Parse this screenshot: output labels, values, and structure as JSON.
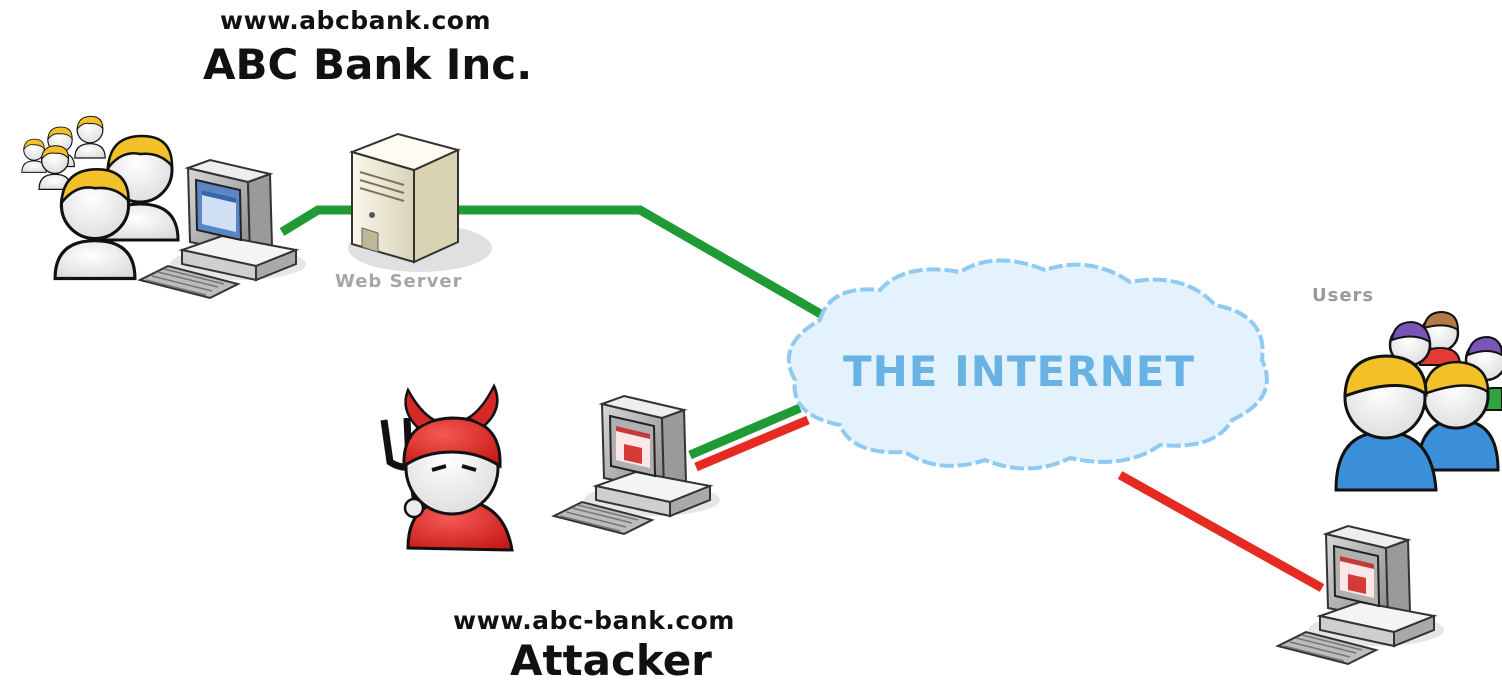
{
  "bank": {
    "url": "www.abcbank.com",
    "name": "ABC Bank Inc."
  },
  "web_server": {
    "label": "Web Server"
  },
  "users": {
    "label": "Users"
  },
  "internet": {
    "label": "THE INTERNET"
  },
  "attacker": {
    "url": "www.abc-bank.com",
    "name": "Attacker"
  },
  "colors": {
    "legit_link": "#1f9a35",
    "attack_link": "#e52a22",
    "cloud_fill": "#e4f2fd",
    "cloud_stroke": "#8ecaf1",
    "devil": "#e12d2a",
    "hair": "#f2c029"
  },
  "icons": [
    "bank-users-icon",
    "bank-computer-icon",
    "web-server-icon",
    "cloud-icon",
    "devil-icon",
    "attacker-computer-icon",
    "users-group-icon",
    "user-computer-icon"
  ]
}
